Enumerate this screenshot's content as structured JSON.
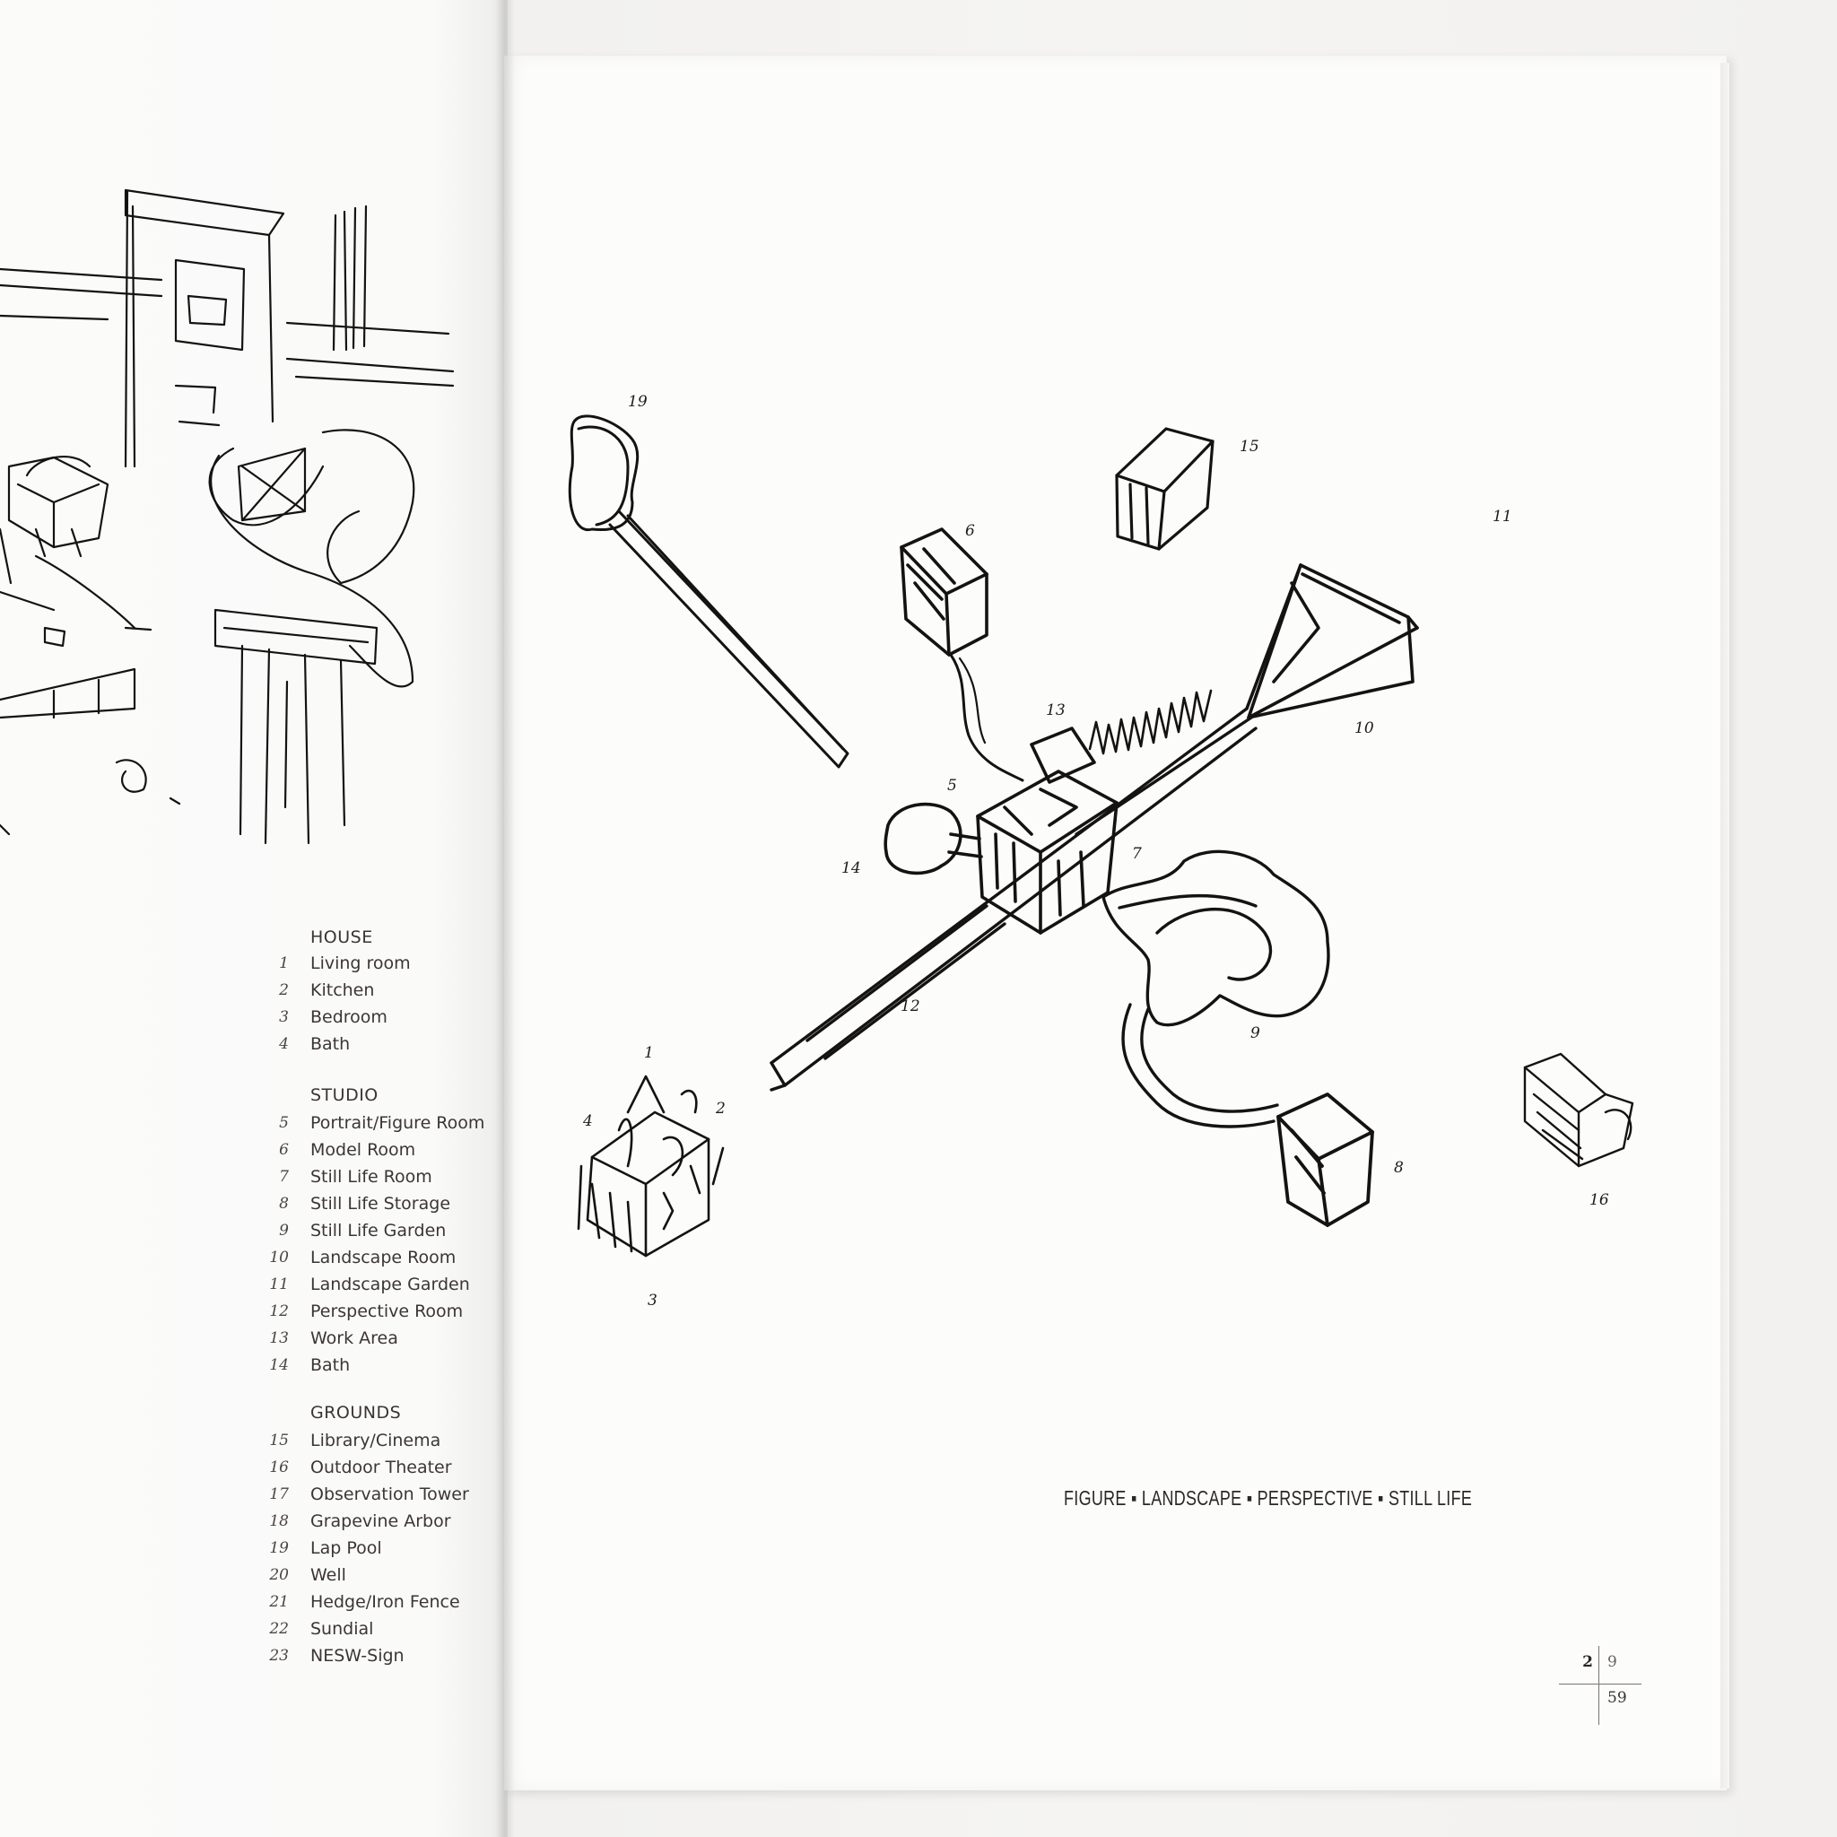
{
  "legend": {
    "house": {
      "title": "HOUSE",
      "items": [
        {
          "num": "1",
          "label": "Living room"
        },
        {
          "num": "2",
          "label": "Kitchen"
        },
        {
          "num": "3",
          "label": "Bedroom"
        },
        {
          "num": "4",
          "label": "Bath"
        }
      ]
    },
    "studio": {
      "title": "STUDIO",
      "items": [
        {
          "num": "5",
          "label": "Portrait/Figure Room"
        },
        {
          "num": "6",
          "label": "Model Room"
        },
        {
          "num": "7",
          "label": "Still Life Room"
        },
        {
          "num": "8",
          "label": "Still Life Storage"
        },
        {
          "num": "9",
          "label": "Still Life Garden"
        },
        {
          "num": "10",
          "label": "Landscape Room"
        },
        {
          "num": "11",
          "label": "Landscape Garden"
        },
        {
          "num": "12",
          "label": "Perspective Room"
        },
        {
          "num": "13",
          "label": "Work Area"
        },
        {
          "num": "14",
          "label": "Bath"
        }
      ]
    },
    "grounds": {
      "title": "GROUNDS",
      "items": [
        {
          "num": "15",
          "label": "Library/Cinema"
        },
        {
          "num": "16",
          "label": "Outdoor Theater"
        },
        {
          "num": "17",
          "label": "Observation Tower"
        },
        {
          "num": "18",
          "label": "Grapevine Arbor"
        },
        {
          "num": "19",
          "label": "Lap Pool"
        },
        {
          "num": "20",
          "label": "Well"
        },
        {
          "num": "21",
          "label": "Hedge/Iron Fence"
        },
        {
          "num": "22",
          "label": "Sundial"
        },
        {
          "num": "23",
          "label": "NESW-Sign"
        }
      ]
    }
  },
  "sketch_labels": {
    "l1": "1",
    "l2": "2",
    "l3": "3",
    "l4": "4",
    "l5": "5",
    "l6": "6",
    "l7": "7",
    "l8": "8",
    "l9": "9",
    "l10": "10",
    "l11": "11",
    "l12": "12",
    "l13": "13",
    "l14": "14",
    "l15": "15",
    "l16": "16",
    "l19": "19"
  },
  "caption": "FIGURE ▪ LANDSCAPE ▪ PERSPECTIVE ▪ STILL LIFE",
  "folio": {
    "a": "2",
    "b": "9",
    "c": "59"
  }
}
